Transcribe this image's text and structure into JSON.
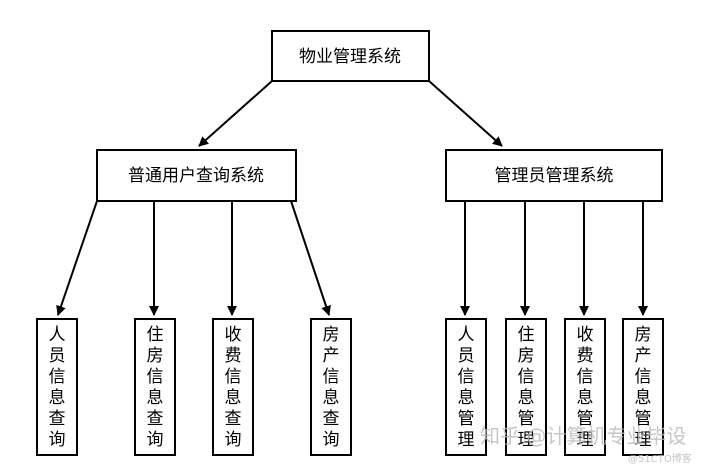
{
  "diagram": {
    "root": {
      "label": "物业管理系统"
    },
    "branches": [
      {
        "label": "普通用户查询系统",
        "children": [
          "人员信息查询",
          "住房信息查询",
          "收费信息查询",
          "房产信息查询"
        ]
      },
      {
        "label": "管理员管理系统",
        "children": [
          "人员信息管理",
          "住房信息管理",
          "收费信息管理",
          "房产信息管理"
        ]
      }
    ]
  },
  "watermark": {
    "text": "知乎 @计算机专业毕设",
    "subtext": "@51CTO博客"
  }
}
